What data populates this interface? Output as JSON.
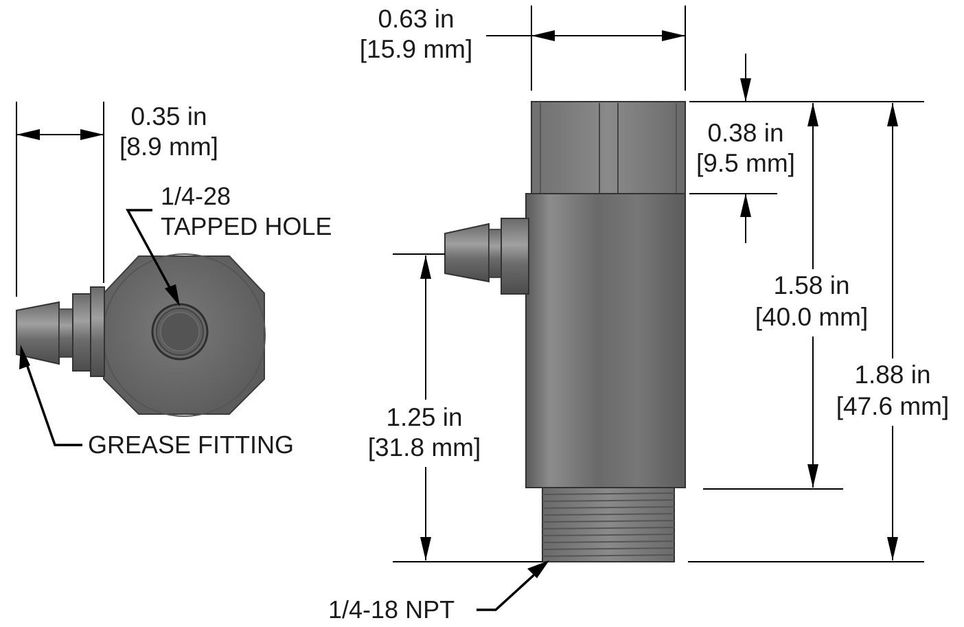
{
  "dimensions": {
    "body_width": {
      "imperial": "0.63 in",
      "metric": "[15.9 mm]"
    },
    "fitting_offset": {
      "imperial": "0.35 in",
      "metric": "[8.9 mm]"
    },
    "hex_height": {
      "imperial": "0.38 in",
      "metric": "[9.5 mm]"
    },
    "body_length": {
      "imperial": "1.58 in",
      "metric": "[40.0 mm]"
    },
    "overall_length": {
      "imperial": "1.88 in",
      "metric": "[47.6 mm]"
    },
    "fitting_height": {
      "imperial": "1.25 in",
      "metric": "[31.8 mm]"
    }
  },
  "callouts": {
    "tapped_hole_line1": "1/4-28",
    "tapped_hole_line2": "TAPPED HOLE",
    "grease_fitting": "GREASE FITTING",
    "thread": "1/4-18 NPT"
  },
  "colors": {
    "body": "#7a7a7a",
    "body_dark": "#4e4e4e",
    "body_light": "#a8a8a8",
    "line": "#000000"
  }
}
